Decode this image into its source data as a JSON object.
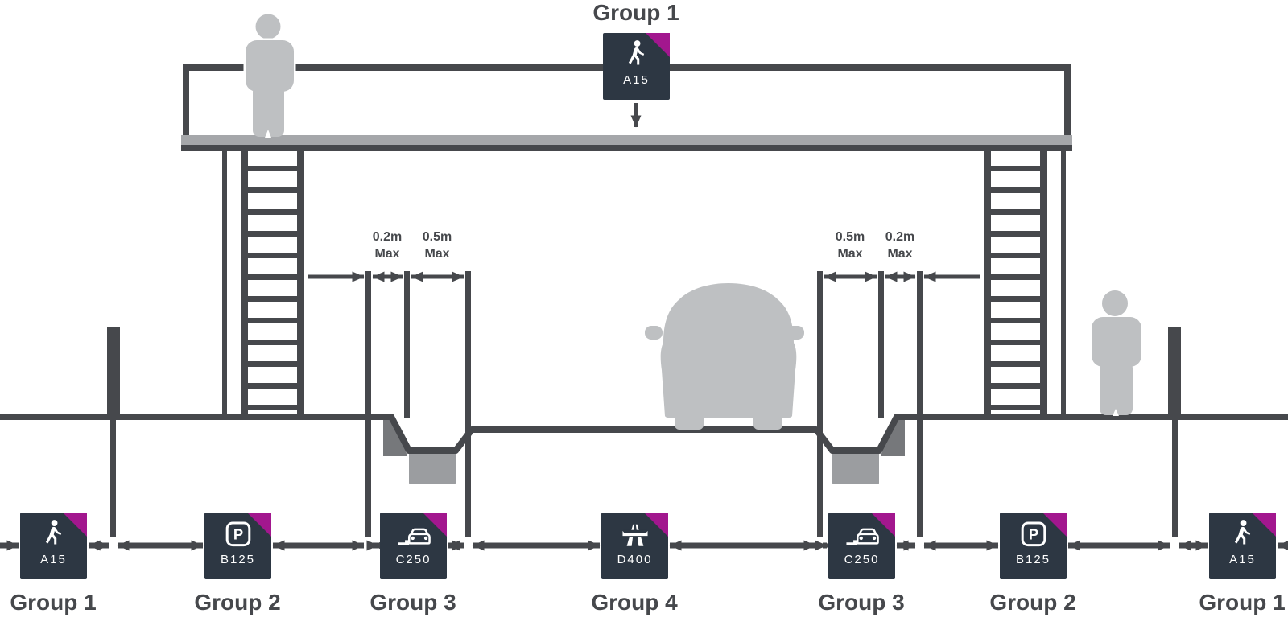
{
  "colors": {
    "line": "#46484c",
    "box-bg": "#2d3743",
    "accent": "#a2178e",
    "silhouette": "#bec0c2",
    "deck": "#a5a7aa",
    "kerb": "#76787b",
    "pot": "#9b9da0",
    "label-text": "#46484c"
  },
  "top_sign": {
    "group_label": "Group 1",
    "load_class": "A15",
    "icon": "pedestrian-icon"
  },
  "dimensions": {
    "left": [
      {
        "value": "0.2m",
        "qualifier": "Max"
      },
      {
        "value": "0.5m",
        "qualifier": "Max"
      }
    ],
    "right": [
      {
        "value": "0.5m",
        "qualifier": "Max"
      },
      {
        "value": "0.2m",
        "qualifier": "Max"
      }
    ]
  },
  "bottom_signs": [
    {
      "load_class": "A15",
      "group_label": "Group 1",
      "icon": "pedestrian-icon"
    },
    {
      "load_class": "B125",
      "group_label": "Group 2",
      "icon": "parking-icon"
    },
    {
      "load_class": "C250",
      "group_label": "Group 3",
      "icon": "car-kerb-icon"
    },
    {
      "load_class": "D400",
      "group_label": "Group 4",
      "icon": "motorway-icon"
    },
    {
      "load_class": "C250",
      "group_label": "Group 3",
      "icon": "car-kerb-icon"
    },
    {
      "load_class": "B125",
      "group_label": "Group 2",
      "icon": "parking-icon"
    },
    {
      "load_class": "A15",
      "group_label": "Group 1",
      "icon": "pedestrian-icon"
    }
  ]
}
